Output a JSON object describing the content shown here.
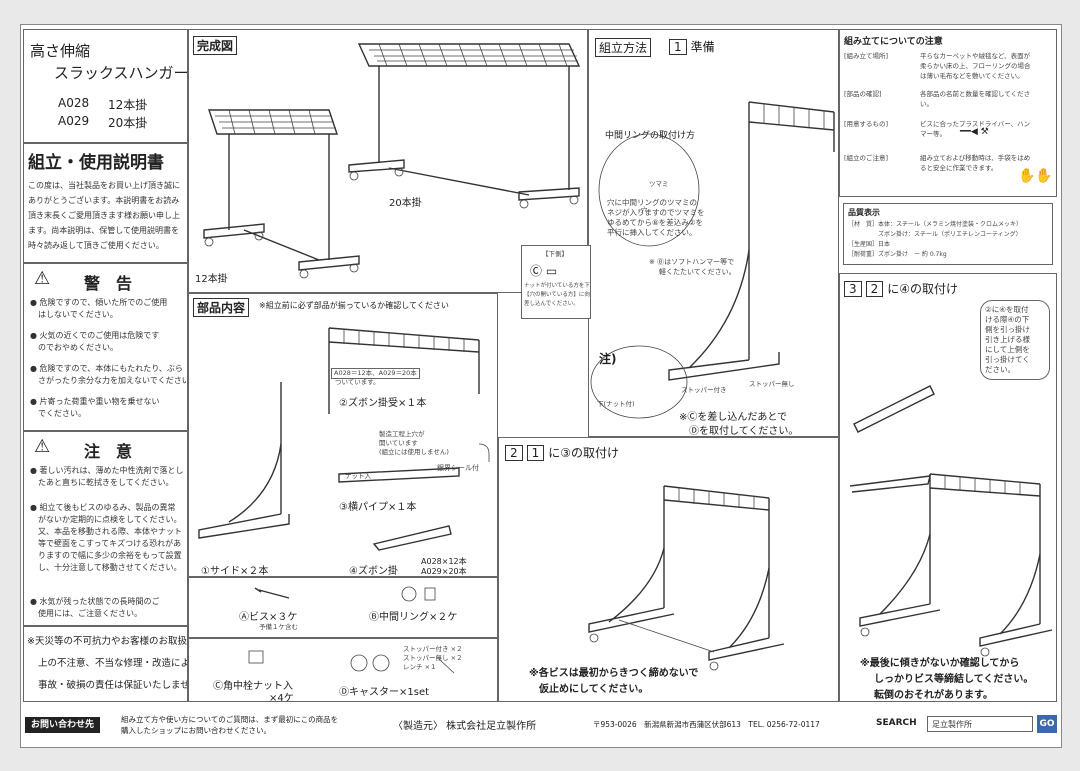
{
  "product": {
    "title_line1": "高さ伸縮",
    "title_line2": "スラックスハンガー",
    "model1_code": "A028",
    "model1_desc": "12本掛",
    "model2_code": "A029",
    "model2_desc": "20本掛",
    "manual_title": "組立・使用説明書",
    "intro": [
      "この度は、当社製品をお買い上げ頂き誠に",
      "ありがとうございます。本説明書をお読み",
      "頂き末長くご愛用頂きます様お願い申し上",
      "ます。尚本説明は、保管して使用説明書を",
      "時々読み返して頂きご使用ください。"
    ]
  },
  "warning": {
    "heading": "警　告",
    "items": [
      [
        "危険ですので、傾いた所でのご使用",
        "はしないでください。"
      ],
      [
        "火気の近くでのご使用は危険です",
        "のでおやめください。"
      ],
      [
        "危険ですので、本体にもたれたり、ぶら",
        "さがったり余分な力を加えないでください。"
      ],
      [
        "片寄った荷重や重い物を乗せない",
        "でください。"
      ]
    ]
  },
  "caution": {
    "heading": "注　意",
    "items": [
      [
        "著しい汚れは、薄めた中性洗剤で落とし",
        "たあと直ちに乾拭きをしてください。"
      ],
      [
        "組立て後もビスのゆるみ、製品の異常",
        "がないか定期的に点検をしてください。",
        "又、本品を移動される際、本体やナット",
        "等で壁面をこすってキズつける恐れがあ",
        "りますので幅に多少の余裕をもって設置",
        "し、十分注意して移動させてください。"
      ],
      [
        "水気が残った状態での長時間のご",
        "使用には、ご注意ください。"
      ]
    ],
    "disclaimer": [
      "※天災等の不可抗力やお客様のお取扱い",
      "上の不注意、不当な修理・改造による",
      "事故・破損の責任は保証いたしません。"
    ]
  },
  "complete": {
    "tag": "完成図",
    "label_20": "20本掛",
    "label_12": "12本掛"
  },
  "parts": {
    "tag": "部品内容",
    "note": "※組立前に必ず部品が揃っているか確認してください",
    "p2": "②ズボン掛受×１本",
    "p2_note": [
      "A028＝12本、A029＝20本",
      "ついています。"
    ],
    "p3": "③横パイプ×１本",
    "p3_note": [
      "製造工程上穴が",
      "開いています",
      "(組立には使用しません)"
    ],
    "p3_nut": "ナット入",
    "seal": "銀界シール付",
    "p1": "①サイド×２本",
    "p4": "④ズボン掛",
    "p4_count1": "A028×12本",
    "p4_count2": "A029×20本",
    "pa": "Ⓐビス×３ケ",
    "pa_note": "予備１ケ含む",
    "pb": "Ⓑ中間リング×２ケ",
    "pc": "Ⓒ角中栓ナット入",
    "pc_count": "×4ケ",
    "pd": "Ⓓキャスター×1set",
    "pd_note": [
      "ストッパー付き ×２",
      "ストッパー無し ×２",
      "レンチ ×１"
    ]
  },
  "step1": {
    "tag": "組立方法",
    "num": "1",
    "title": "準備",
    "ring_title": "中間リングの取付け方",
    "ring_knob": "ツマミ",
    "ring_hole": "穴",
    "ring_text": [
      "穴に中間リングのツマミの",
      "ネジが入りますのでツマミを",
      "ゆるめてから⑧を差込み②を",
      "平行に挿入してください。"
    ],
    "under_label": "【下側】",
    "under_note": [
      "ナットが付いている方を下側",
      "【穴の開いている方】に向けて",
      "差し込んでください。"
    ],
    "hammer": [
      "※ Ⓑはソフトハンマー等で",
      "軽くたたいてください。"
    ],
    "note_label": "注)",
    "nut_side": "下(ナット付)",
    "stopper_with": "ストッパー付き",
    "stopper_without": "ストッパー無し",
    "footer": [
      "※Ⓒを差し込んだあとで",
      "Ⓓを取付してください。"
    ]
  },
  "step2": {
    "num": "2",
    "sub": "1",
    "title": "に③の取付け",
    "footer": [
      "※各ビスは最初からきつく締めないで",
      "仮止めにしてください。"
    ]
  },
  "step3": {
    "num": "3",
    "sub": "2",
    "title": "に④の取付け",
    "bubble": [
      "②に④を取付",
      "ける際④の下",
      "側を引っ掛け",
      "引き上げる様",
      "にして上側を",
      "引っ掛けてく",
      "ださい。"
    ],
    "footer": [
      "※最後に傾きがないか確認してから",
      "しっかりビス等締結してください。",
      "転倒のおそれがあります。"
    ]
  },
  "notes": {
    "title": "組み立てについての注意",
    "rows": [
      {
        "label": "[組み立て場所]",
        "text": [
          "平らなカーペットや絨毯など、表面が",
          "柔らかい床の上、フローリングの場合",
          "は薄い毛布などを敷いてください。"
        ]
      },
      {
        "label": "[部品の確認]",
        "text": [
          "各部品の名前と数量を確認してくださ",
          "い。"
        ]
      },
      {
        "label": "[用意するもの]",
        "text": [
          "ビスに合ったプラスドライバー、ハン",
          "マー等。"
        ]
      },
      {
        "label": "[組立のご注意]",
        "text": [
          "組み立ておよび移動時は、手袋をはめ",
          "ると安全に作業できます。"
        ]
      }
    ],
    "quality_title": "品質表示",
    "quality": [
      "［材　質］本体：スチール（メラミン焼付塗装・クロムメッキ）",
      "　　　　　ズボン掛け：スチール（ポリエチレンコーティング）",
      "［生産国］日本",
      "［耐荷重］ズボン掛け　ー 約 0.7kg"
    ]
  },
  "footer": {
    "contact_btn": "お問い合わせ先",
    "contact_text": [
      "組み立て方や使い方についてのご質問は、まず最初にこの商品を",
      "購入したショップにお問い合わせください。"
    ],
    "maker": "〈製造元〉 株式会社足立製作所",
    "address": "〒953-0026　新潟県新潟市西蒲区伏部613　TEL. 0256-72-0117",
    "search_label": "SEARCH",
    "search_value": "足立製作所",
    "go": "GO"
  }
}
